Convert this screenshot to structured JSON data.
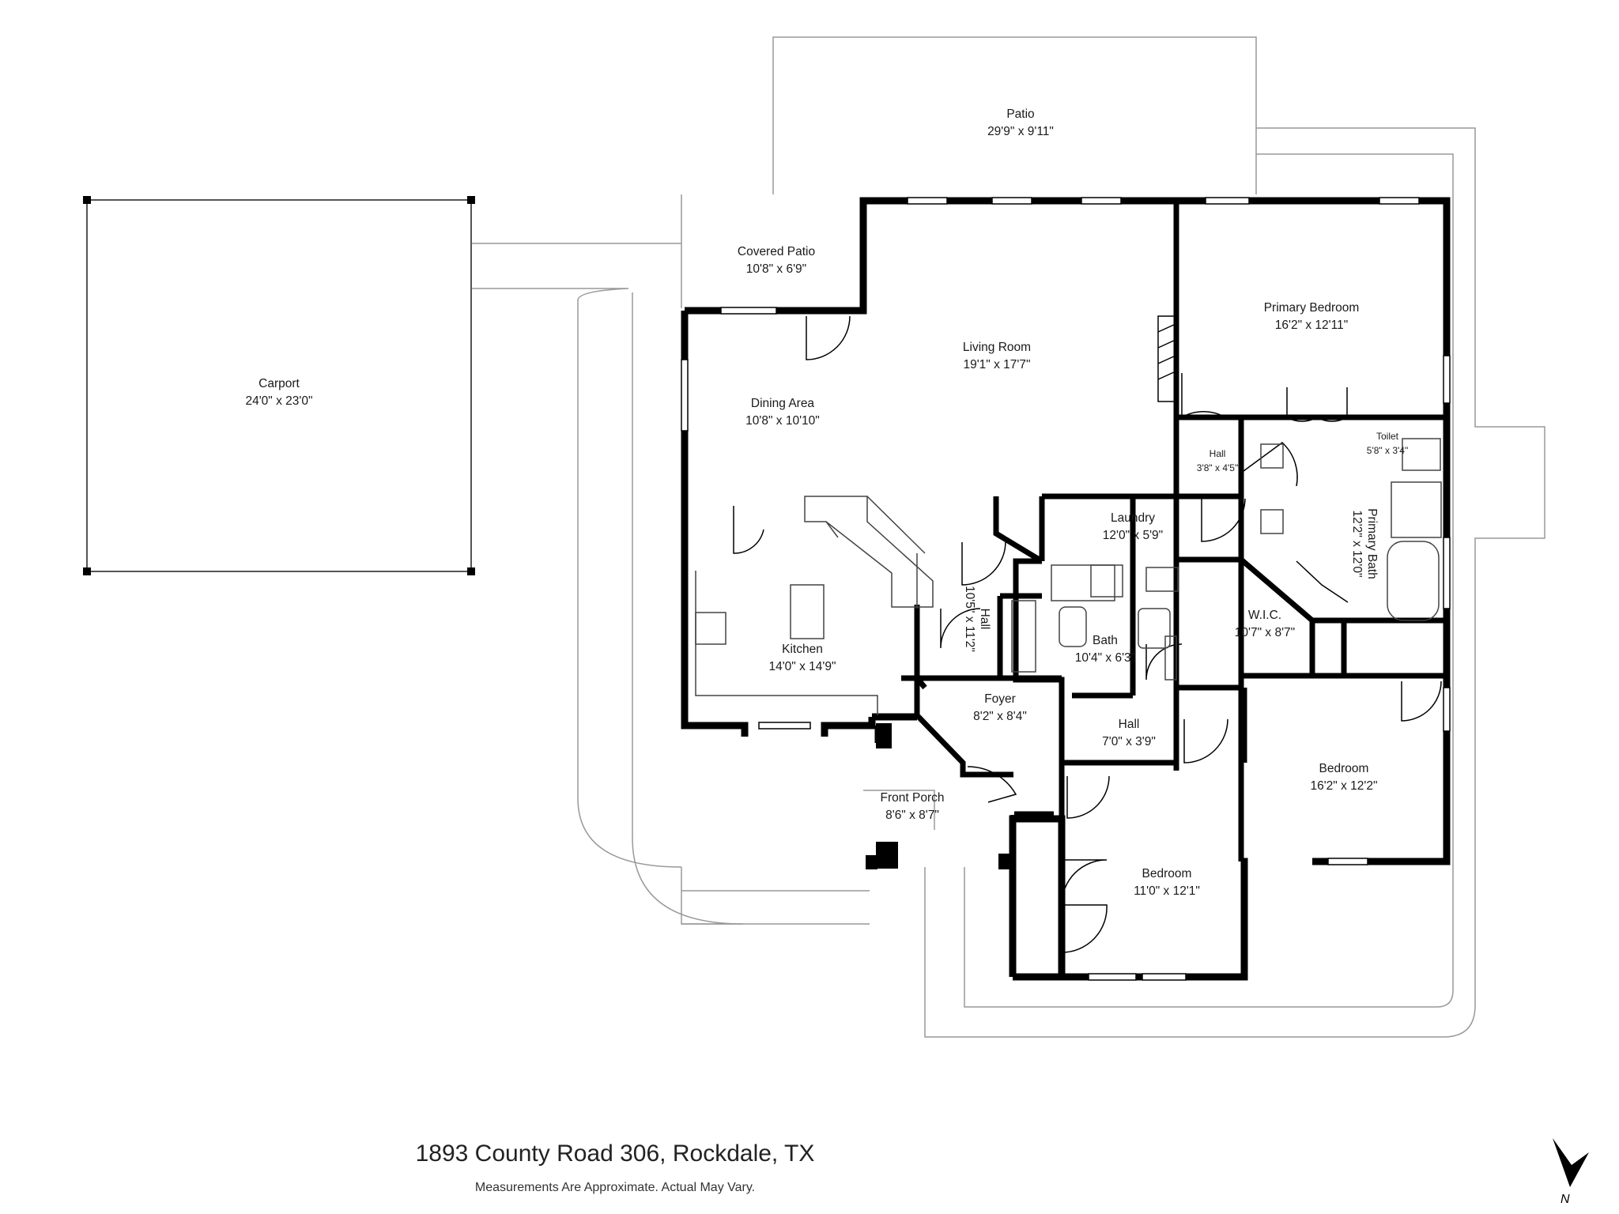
{
  "rooms": {
    "patio": {
      "name": "Patio",
      "dims": "29'9\" x 9'11\""
    },
    "covered_patio": {
      "name": "Covered Patio",
      "dims": "10'8\" x 6'9\""
    },
    "carport": {
      "name": "Carport",
      "dims": "24'0\" x 23'0\""
    },
    "living_room": {
      "name": "Living Room",
      "dims": "19'1\" x 17'7\""
    },
    "dining_area": {
      "name": "Dining Area",
      "dims": "10'8\" x 10'10\""
    },
    "primary_bedroom": {
      "name": "Primary Bedroom",
      "dims": "16'2\" x 12'11\""
    },
    "hall_small": {
      "name": "Hall",
      "dims": "3'8\" x 4'5\""
    },
    "toilet": {
      "name": "Toilet",
      "dims": "5'8\" x 3'4\""
    },
    "laundry": {
      "name": "Laundry",
      "dims": "12'0\" x 5'9\""
    },
    "primary_bath": {
      "name": "Primary Bath",
      "dims": "12'2\" x 12'0\""
    },
    "hall_long": {
      "name": "Hall",
      "dims": "10'5\" x 11'2\""
    },
    "wic": {
      "name": "W.I.C.",
      "dims": "10'7\" x 8'7\""
    },
    "kitchen": {
      "name": "Kitchen",
      "dims": "14'0\" x 14'9\""
    },
    "bath": {
      "name": "Bath",
      "dims": "10'4\" x 6'3\""
    },
    "foyer": {
      "name": "Foyer",
      "dims": "8'2\" x 8'4\""
    },
    "hall_mid": {
      "name": "Hall",
      "dims": "7'0\" x 3'9\""
    },
    "front_porch": {
      "name": "Front Porch",
      "dims": "8'6\" x 8'7\""
    },
    "bedroom_right": {
      "name": "Bedroom",
      "dims": "16'2\" x 12'2\""
    },
    "bedroom_left": {
      "name": "Bedroom",
      "dims": "11'0\" x 12'1\""
    }
  },
  "footer": {
    "address": "1893 County Road 306, Rockdale, TX",
    "disclaimer": "Measurements Are Approximate. Actual May Vary."
  },
  "north_label": "N"
}
